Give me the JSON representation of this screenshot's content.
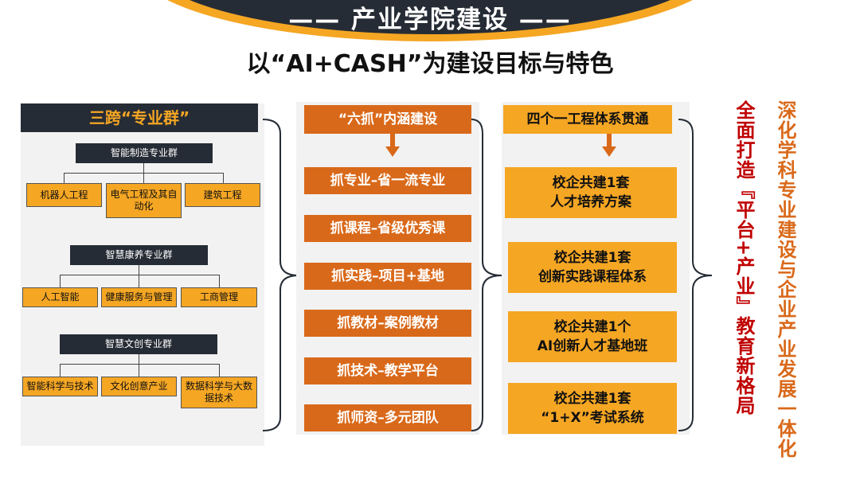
{
  "header": {
    "title": "—— 产业学院建设 ——",
    "subtitle": "以“AI+CASH”为建设目标与特色"
  },
  "left": {
    "header": "三跨“专业群”",
    "groups": [
      {
        "name": "智能制造专业群",
        "items": [
          "机器人工程",
          "电气工程及其自动化",
          "建筑工程"
        ]
      },
      {
        "name": "智慧康养专业群",
        "items": [
          "人工智能",
          "健康服务与管理",
          "工商管理"
        ]
      },
      {
        "name": "智慧文创专业群",
        "items": [
          "智能科学与技术",
          "文化创意产业",
          "数据科学与大数据技术"
        ]
      }
    ]
  },
  "middle": {
    "header": "“六抓”内涵建设",
    "items": [
      "抓专业–省一流专业",
      "抓课程–省级优秀课",
      "抓实践–项目+基地",
      "抓教材–案例教材",
      "抓技术–教学平台",
      "抓师资–多元团队"
    ]
  },
  "right": {
    "header": "四个一工程体系贯通",
    "items": [
      [
        "校企共建1套",
        "人才培养方案"
      ],
      [
        "校企共建1套",
        "创新实践课程体系"
      ],
      [
        "校企共建1个",
        "AI创新人才基地班"
      ],
      [
        "校企共建1套",
        "“1+X”考试系统"
      ]
    ]
  },
  "vertical": {
    "col1": "全面打造『平台+产业』教育新格局",
    "col2": "深化学科专业建设与企业产业发展一体化"
  },
  "colors": {
    "dark": "#262c35",
    "orange": "#f5a623",
    "deep_orange": "#d9691a",
    "red": "#c00000"
  }
}
